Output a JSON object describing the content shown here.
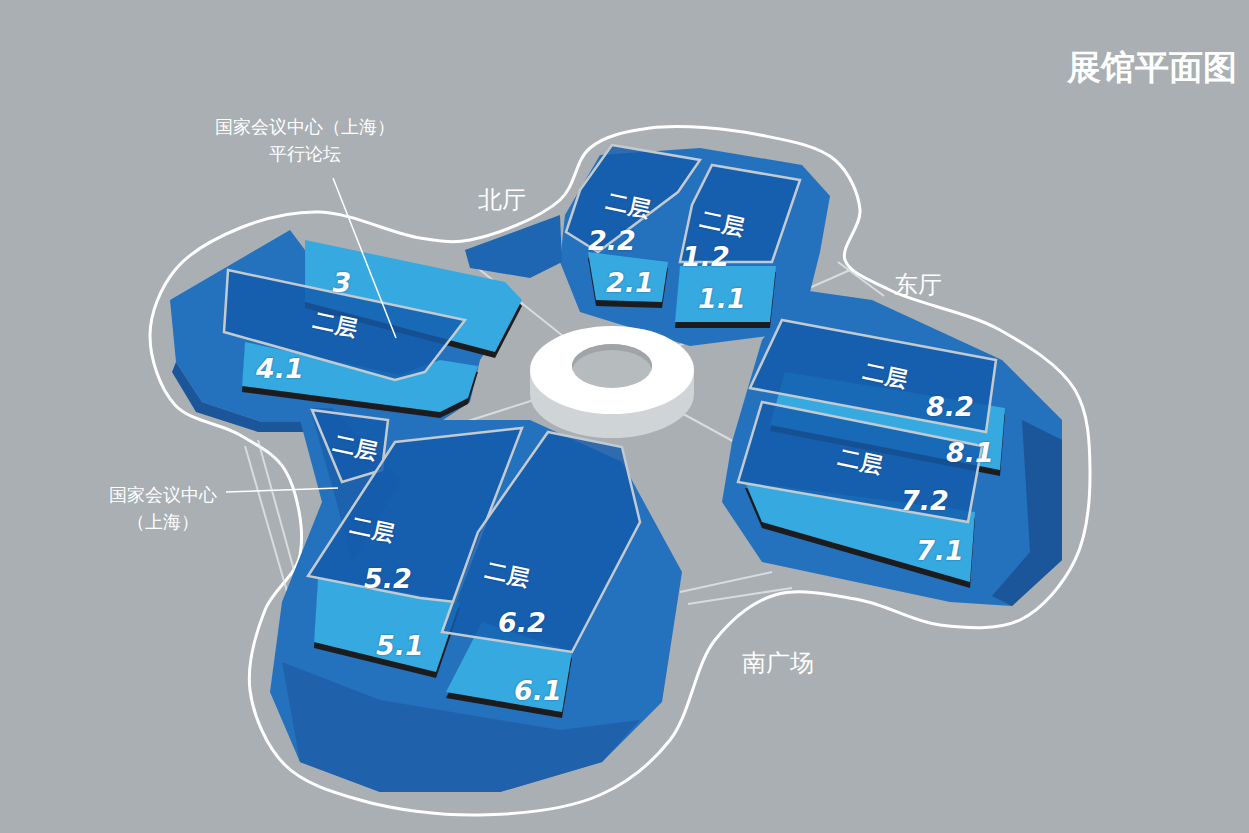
{
  "diagram": {
    "title": "展馆平面图",
    "nodes": [
      {
        "text": [
          "二层",
          "2.2"
        ]
      },
      {
        "text": [
          "二层",
          "1.2"
        ]
      },
      {
        "text": [
          "3"
        ]
      },
      {
        "text": [
          "二层"
        ]
      },
      {
        "text": [
          "2.1"
        ]
      },
      {
        "text": [
          "1.1"
        ]
      },
      {
        "text": [
          "4.1"
        ]
      },
      {
        "text": [
          "二层",
          "8.2"
        ]
      },
      {
        "text": [
          "8.1"
        ]
      },
      {
        "text": [
          "二层",
          "7.2"
        ]
      },
      {
        "text": [
          "二层"
        ]
      },
      {
        "text": [
          "二层",
          "5.2"
        ]
      },
      {
        "text": [
          "二层",
          "6.2"
        ]
      },
      {
        "text": [
          "7.1"
        ]
      },
      {
        "text": [
          "5.1"
        ]
      },
      {
        "text": [
          "6.1"
        ]
      }
    ],
    "labels": [
      "北厅",
      "东厅",
      "南广场",
      "国家会议中心（上海） 平行论坛",
      "国家会议中心 （上海）"
    ]
  }
}
